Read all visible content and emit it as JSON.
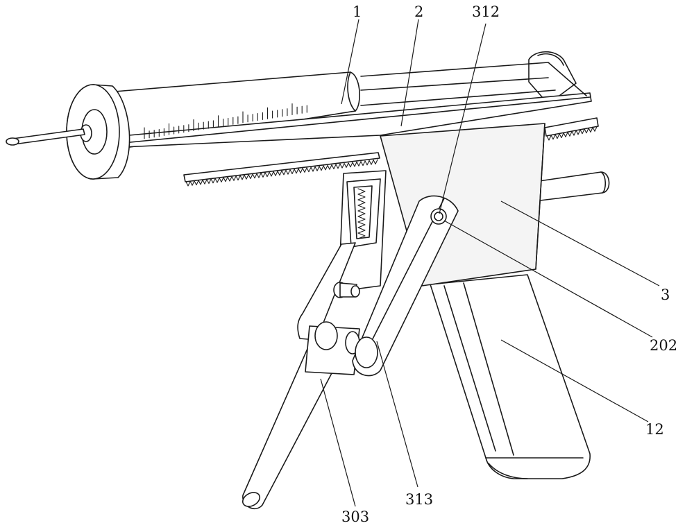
{
  "labels": {
    "l1": "1",
    "l2": "2",
    "l312": "312",
    "l3": "3",
    "l202": "202",
    "l12": "12",
    "l313": "313",
    "l303": "303"
  }
}
